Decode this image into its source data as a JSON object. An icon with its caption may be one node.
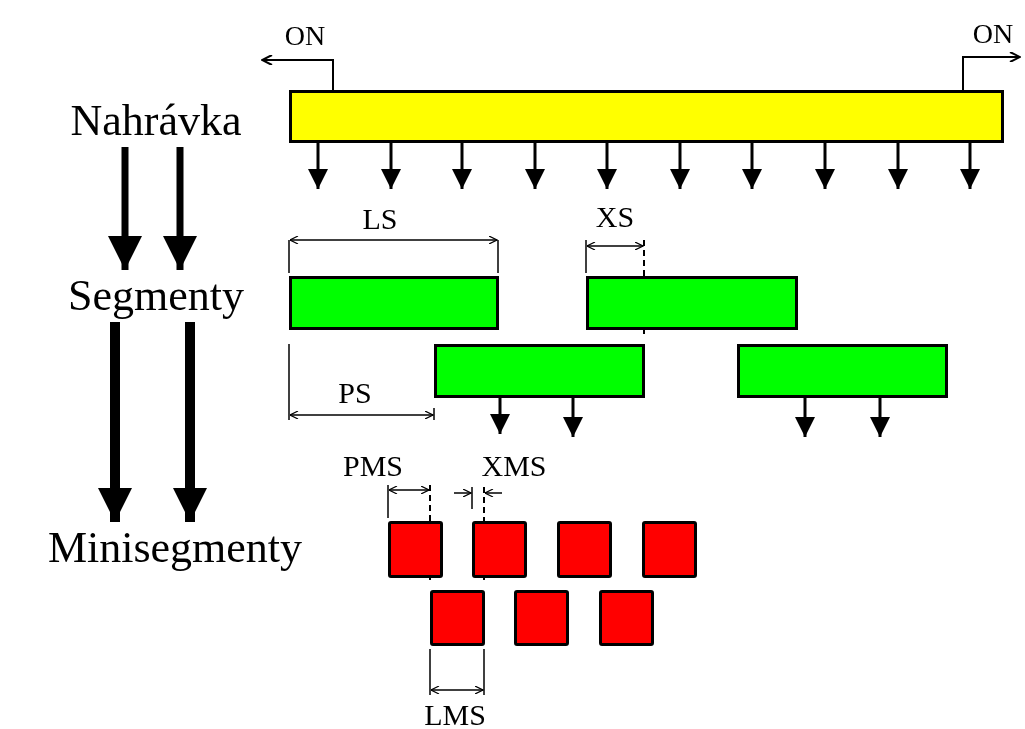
{
  "diagram": {
    "nodes": [
      {
        "text": [
          "Nahrávka"
        ]
      },
      {
        "text": [],
        "shape": "bar"
      },
      {
        "text": [
          "Segmenty"
        ]
      },
      {
        "text": [],
        "shape": "bar"
      },
      {
        "text": [],
        "shape": "bar"
      },
      {
        "text": [],
        "shape": "bar"
      },
      {
        "text": [],
        "shape": "bar"
      },
      {
        "text": [
          "Minisegmenty"
        ]
      },
      {
        "text": [],
        "shape": "box"
      },
      {
        "text": [],
        "shape": "box"
      },
      {
        "text": [],
        "shape": "box"
      },
      {
        "text": [],
        "shape": "box"
      },
      {
        "text": [],
        "shape": "box"
      },
      {
        "text": [],
        "shape": "box"
      },
      {
        "text": [],
        "shape": "box"
      }
    ],
    "edges": [
      {
        "from": 0,
        "to": 2,
        "arrow": "to",
        "style": "thick"
      },
      {
        "from": 0,
        "to": 2,
        "arrow": "to",
        "style": "thick"
      },
      {
        "from": 2,
        "to": 7,
        "arrow": "to",
        "style": "thick"
      },
      {
        "from": 2,
        "to": 7,
        "arrow": "to",
        "style": "thick"
      },
      {
        "from": 1,
        "to": null,
        "arrow": "to",
        "label": "ON"
      },
      {
        "from": 1,
        "to": null,
        "arrow": "to",
        "label": "ON"
      },
      {
        "from": 1,
        "to": null,
        "arrow": "to"
      },
      {
        "from": 1,
        "to": null,
        "arrow": "to"
      },
      {
        "from": 1,
        "to": null,
        "arrow": "to"
      },
      {
        "from": 1,
        "to": null,
        "arrow": "to"
      },
      {
        "from": 1,
        "to": null,
        "arrow": "to"
      },
      {
        "from": 1,
        "to": null,
        "arrow": "to"
      },
      {
        "from": 1,
        "to": null,
        "arrow": "to"
      },
      {
        "from": 1,
        "to": null,
        "arrow": "to"
      },
      {
        "from": 1,
        "to": null,
        "arrow": "to"
      },
      {
        "from": 1,
        "to": null,
        "arrow": "to"
      },
      {
        "from": 5,
        "to": null,
        "arrow": "to"
      },
      {
        "from": 5,
        "to": null,
        "arrow": "to"
      },
      {
        "from": 6,
        "to": null,
        "arrow": "to"
      },
      {
        "from": 6,
        "to": null,
        "arrow": "to"
      }
    ],
    "labels": [
      "LS",
      "XS",
      "PS",
      "PMS",
      "XMS",
      "LMS"
    ]
  }
}
